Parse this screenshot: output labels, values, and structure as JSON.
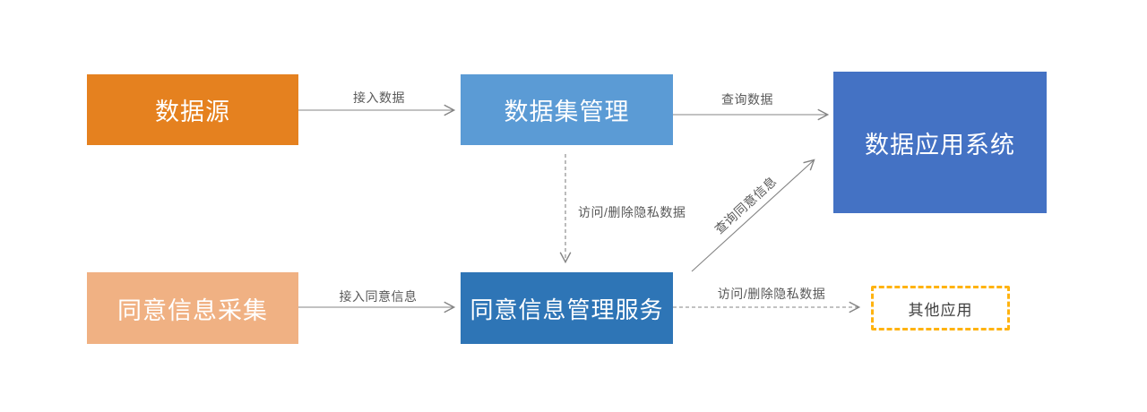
{
  "diagram": {
    "nodes": {
      "data_source": {
        "label": "数据源",
        "fill": "#E5811F",
        "text_color": "#FFFFFF"
      },
      "dataset_management": {
        "label": "数据集管理",
        "fill": "#5B9BD5",
        "text_color": "#FFFFFF"
      },
      "data_application_system": {
        "label": "数据应用系统",
        "fill": "#4472C4",
        "text_color": "#FFFFFF"
      },
      "consent_collection": {
        "label": "同意信息采集",
        "fill": "#F0B183",
        "text_color": "#FFFFFF"
      },
      "consent_management_service": {
        "label": "同意信息管理服务",
        "fill": "#2E75B6",
        "text_color": "#FFFFFF"
      },
      "other_applications": {
        "label": "其他应用",
        "fill": "#FFFFFF",
        "border_color": "#FFB310",
        "text_color": "#404040"
      }
    },
    "edges": [
      {
        "id": "access-data",
        "label": "接入数据",
        "from": "data_source",
        "to": "dataset_management",
        "style": "solid"
      },
      {
        "id": "query-data",
        "label": "查询数据",
        "from": "dataset_management",
        "to": "data_application_system",
        "style": "solid"
      },
      {
        "id": "access-delete-private-data-vertical",
        "label": "访问/删除隐私数据",
        "from": "dataset_management",
        "to": "consent_management_service",
        "style": "dashed"
      },
      {
        "id": "access-consent-info",
        "label": "接入同意信息",
        "from": "consent_collection",
        "to": "consent_management_service",
        "style": "solid"
      },
      {
        "id": "query-consent-info",
        "label": "查询同意信息",
        "from": "consent_management_service",
        "to": "data_application_system",
        "style": "solid"
      },
      {
        "id": "access-delete-private-data-horizontal",
        "label": "访问/删除隐私数据",
        "from": "consent_management_service",
        "to": "other_applications",
        "style": "dashed"
      }
    ],
    "line_color": "#848484",
    "label_color": "#595959"
  }
}
